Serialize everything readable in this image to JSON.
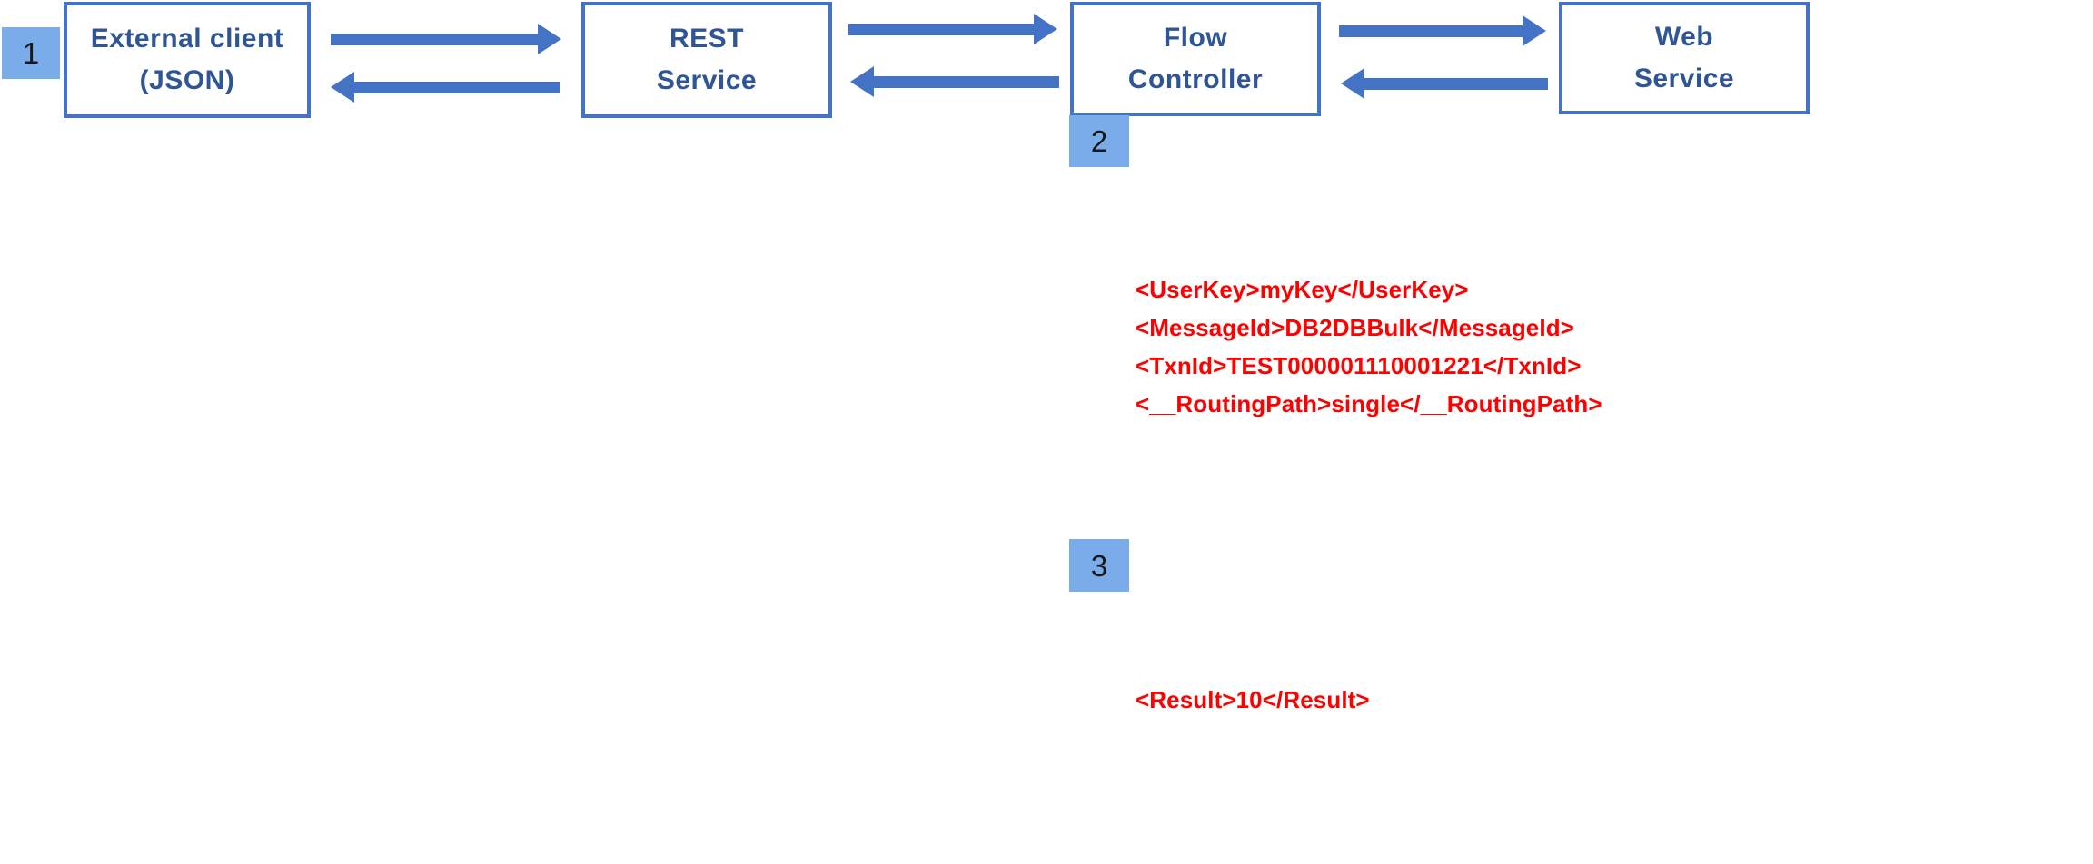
{
  "diagram": {
    "title": "Message flow between external client, REST service, flow controller and web service",
    "colors": {
      "box_border": "#4472c4",
      "box_text": "#2f5597",
      "arrow": "#4472c4",
      "badge_fill": "#7bacea",
      "badge_text": "#171717",
      "annotation_text": "#ff0000",
      "background": "#ffffff"
    },
    "nodes": [
      {
        "id": "external-client",
        "line1": "External  client",
        "line2": "(JSON)"
      },
      {
        "id": "rest-service",
        "line1": "REST",
        "line2": "Service"
      },
      {
        "id": "flow-controller",
        "line1": "Flow",
        "line2": "Controller"
      },
      {
        "id": "web-service",
        "line1": "Web",
        "line2": "Service"
      }
    ],
    "connectors": [
      {
        "id": "client-to-rest",
        "direction": "right"
      },
      {
        "id": "rest-to-client",
        "direction": "left"
      },
      {
        "id": "rest-to-flow",
        "direction": "right"
      },
      {
        "id": "flow-to-rest",
        "direction": "left"
      },
      {
        "id": "flow-to-web",
        "direction": "right"
      },
      {
        "id": "web-to-flow",
        "direction": "left"
      }
    ],
    "badges": [
      {
        "id": "badge-1",
        "label": "1"
      },
      {
        "id": "badge-2",
        "label": "2"
      },
      {
        "id": "badge-3",
        "label": "3"
      }
    ],
    "annotations": [
      {
        "id": "request-payload",
        "lines": [
          "<UserKey>myKey</UserKey>",
          "<MessageId>DB2DBBulk</MessageId>",
          "<TxnId>TEST000001110001221</TxnId>",
          "<__RoutingPath>single</__RoutingPath>"
        ]
      },
      {
        "id": "response-payload",
        "lines": [
          "<Result>10</Result>"
        ]
      }
    ]
  }
}
